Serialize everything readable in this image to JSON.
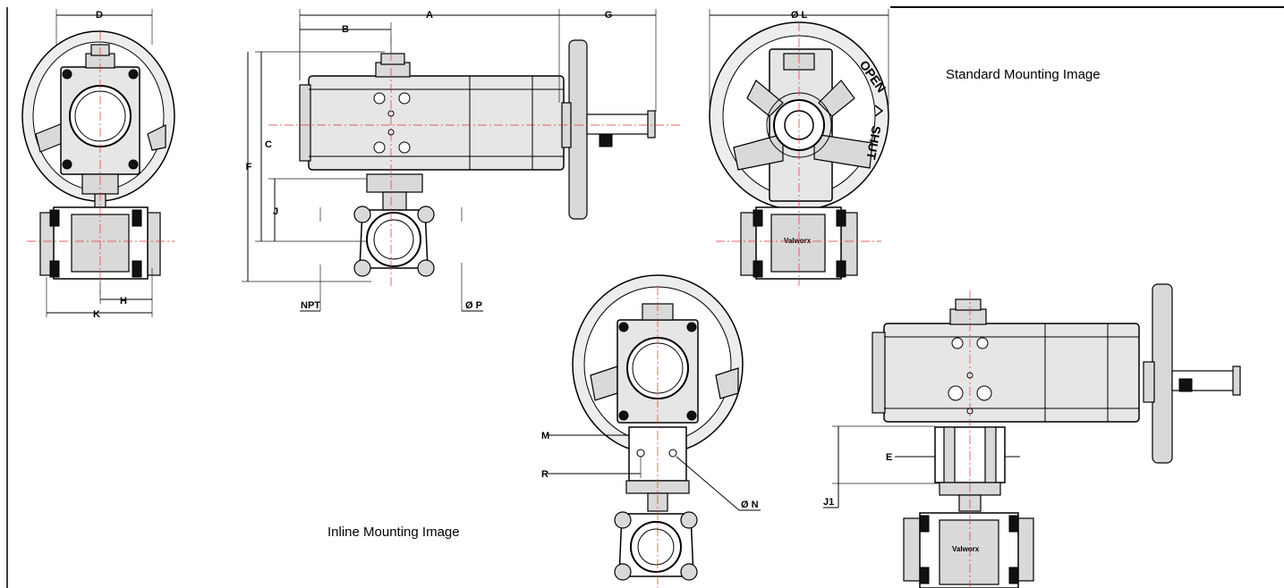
{
  "captions": {
    "standard": "Standard Mounting Image",
    "inline": "Inline Mounting Image"
  },
  "dimensions": {
    "A": "A",
    "B": "B",
    "C": "C",
    "D": "D",
    "E": "E",
    "F": "F",
    "G": "G",
    "H": "H",
    "J": "J",
    "J1": "J1",
    "K": "K",
    "L": "Ø L",
    "M": "M",
    "N": "Ø N",
    "NPT": "NPT",
    "P": "Ø P",
    "R": "R"
  },
  "labels": {
    "open": "OPEN",
    "shut": "SHUT",
    "brand": "Valworx"
  }
}
